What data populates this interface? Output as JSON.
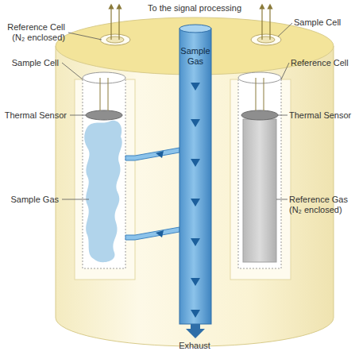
{
  "diagram": {
    "labels": [
      "To the signal processing",
      "Reference Cell (N₂ enclosed)",
      "Sample Gas",
      "Sample Cell",
      "Sample Cell",
      "Reference Cell",
      "Thermal Sensor",
      "Thermal Sensor",
      "Sample Gas",
      "Reference Gas (N₂ enclosed)",
      "Exhaust"
    ]
  }
}
